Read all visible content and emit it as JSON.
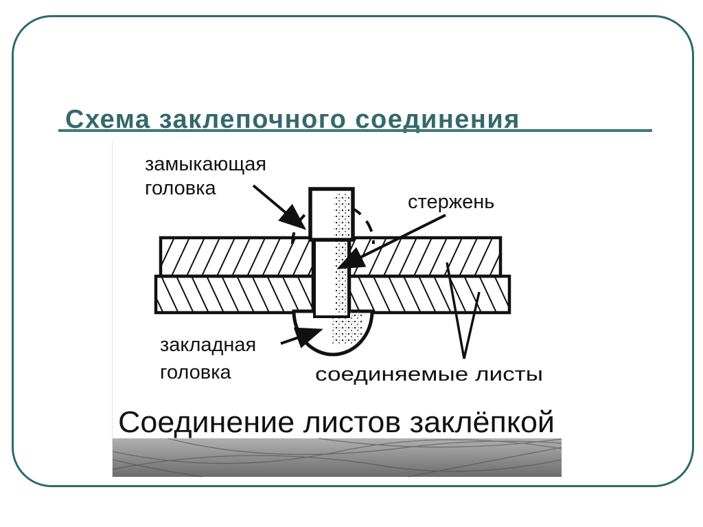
{
  "slide": {
    "title": "Схема заклепочного соединения",
    "colors": {
      "frame_border": "#2d6a6a",
      "title_text": "#35686c",
      "title_underline": "#3e7878",
      "diagram_ink": "#111111",
      "band_gray_top": "#b0b0b0",
      "band_gray_bottom": "#6c6c6c"
    }
  },
  "figure": {
    "labels": {
      "closing_head_line1": "замыкающая",
      "closing_head_line2": "головка",
      "shank": "стержень",
      "set_head_line1": "закладная",
      "set_head_line2": "головка",
      "joined_sheets": "соединяемые листы"
    },
    "caption": "Соединение листов заклёпкой"
  }
}
